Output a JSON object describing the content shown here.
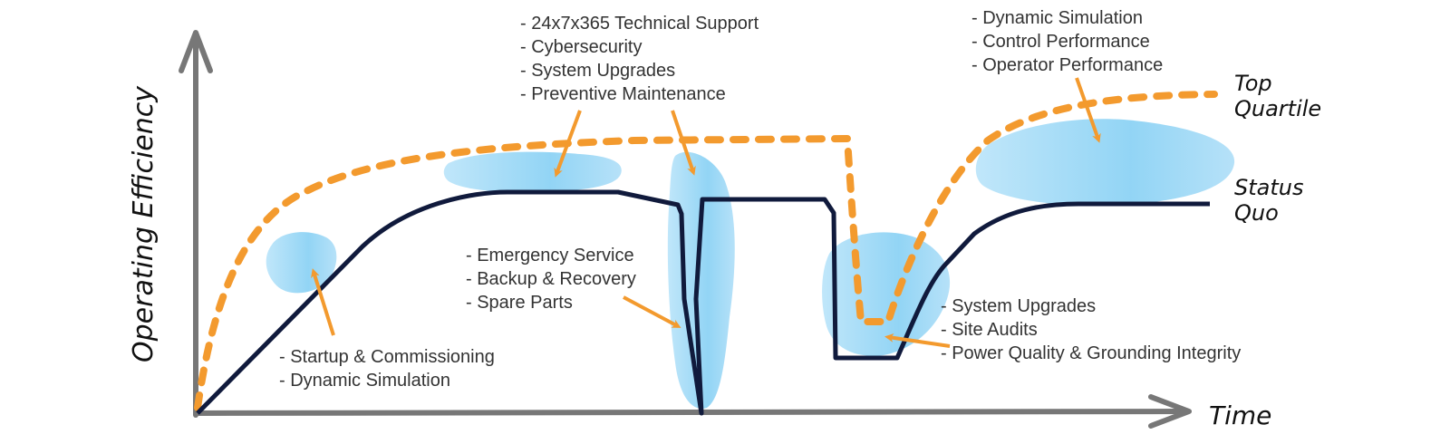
{
  "axes": {
    "y_label": "Operating Efficiency",
    "x_label": "Time"
  },
  "legend": {
    "top_quartile": [
      "Top",
      "Quartile"
    ],
    "status_quo": [
      "Status",
      "Quo"
    ]
  },
  "colors": {
    "axis": "#777777",
    "status_quo_line": "#101a3c",
    "top_quartile_line": "#f39a2e",
    "callout_arrow": "#f39a2e",
    "highlight_blob": "#8fd2f5",
    "text": "#333333"
  },
  "callouts": [
    {
      "id": "startup",
      "items": [
        "Startup & Commissioning",
        "Dynamic Simulation"
      ]
    },
    {
      "id": "support",
      "items": [
        "24x7x365 Technical Support",
        "Cybersecurity",
        "System Upgrades",
        "Preventive Maintenance"
      ]
    },
    {
      "id": "emergency",
      "items": [
        "Emergency Service",
        "Backup & Recovery",
        "Spare Parts"
      ]
    },
    {
      "id": "upgrades",
      "items": [
        "System Upgrades",
        "Site Audits",
        "Power Quality & Grounding Integrity"
      ]
    },
    {
      "id": "performance",
      "items": [
        "Dynamic Simulation",
        "Control Performance",
        "Operator Performance"
      ]
    }
  ]
}
